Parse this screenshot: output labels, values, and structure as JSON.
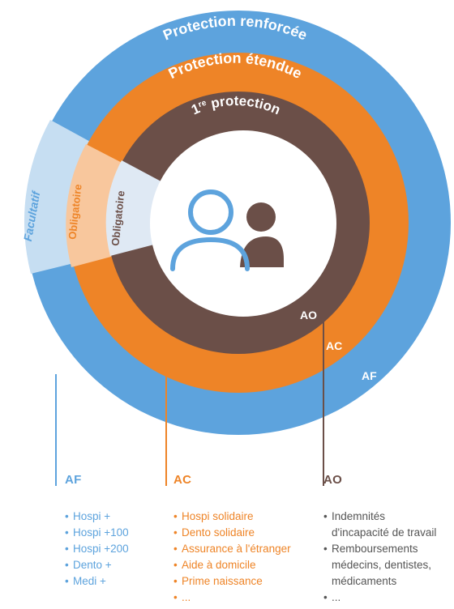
{
  "rings": {
    "renforcee": "Protection renforcée",
    "etendue": "Protection étendue",
    "premiere_num": "1",
    "premiere_sup": "re",
    "premiere_rest": " protection"
  },
  "side_labels": {
    "facultatif": "Facultatif",
    "obligatoire_ac": "Obligatoire",
    "obligatoire_ao": "Obligatoire"
  },
  "ring_tags": {
    "ao": "AO",
    "ac": "AC",
    "af": "AF"
  },
  "columns": {
    "af": {
      "title": "AF",
      "items": [
        "Hospi +",
        "Hospi +100",
        "Hospi +200",
        "Dento +",
        "Medi +"
      ]
    },
    "ac": {
      "title": "AC",
      "items": [
        "Hospi solidaire",
        "Dento solidaire",
        "Assurance à l'étranger",
        "Aide à domicile",
        "Prime naissance",
        "..."
      ]
    },
    "ao": {
      "title": "AO",
      "items": [
        {
          "text": "Indemnités",
          "bullet": true
        },
        {
          "text": "d'incapacité de travail",
          "bullet": false
        },
        {
          "text": "Remboursements",
          "bullet": true
        },
        {
          "text": "médecins, dentistes,",
          "bullet": false
        },
        {
          "text": "médicaments",
          "bullet": false
        },
        {
          "text": "...",
          "bullet": true
        }
      ]
    }
  },
  "colors": {
    "af": "#5da3dd",
    "af_light": "#c6def2",
    "ac": "#ee8427",
    "ac_light": "#f8c79d",
    "ao": "#6b4f48",
    "ao_light": "#dfe9f4"
  }
}
